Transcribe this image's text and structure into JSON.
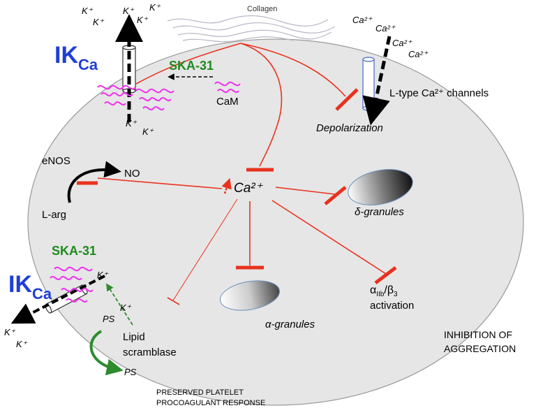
{
  "labels": {
    "collagen": "Collagen",
    "ikca_top_main": "IK",
    "ikca_top_sub": "Ca",
    "ska31_top": "SKA-31",
    "cam": "CaM",
    "depolarization": "Depolarization",
    "ltype": "L-type Ca²⁺ channels",
    "enos": "eNOS",
    "no": "NO",
    "larg": "L-arg",
    "ca_center": "Ca²⁺",
    "delta_granules": "δ-granules",
    "ska31_bottom": "SKA-31",
    "ikca_bottom_main": "IK",
    "ikca_bottom_sub": "Ca",
    "lipid": "Lipid",
    "scramblase": "scramblase",
    "ps1": "PS",
    "ps2": "PS",
    "kplus_mid": "K⁺",
    "alpha_granules": "α-granules",
    "integrin_alpha": "α",
    "integrin_alpha_sub": "IIb",
    "integrin_beta": "/β",
    "integrin_beta_sub": "3",
    "activation": "activation",
    "inhibition_line1": "INHIBITION OF",
    "inhibition_line2": "AGGREGATION",
    "preserved_line1": "PRESERVED PLATELET",
    "preserved_line2": "PROCOAGULANT RESPONSE",
    "k_top": [
      "K⁺",
      "K⁺",
      "K⁺",
      "K⁺",
      "K⁺"
    ],
    "k_top_inner": [
      "K⁺",
      "K⁺"
    ],
    "ca_top": [
      "Ca²⁺",
      "Ca²⁺",
      "Ca²⁺",
      "Ca²⁺"
    ],
    "k_bottom": [
      "K⁺",
      "K⁺"
    ],
    "k_bottom_inner": "K⁺"
  },
  "colors": {
    "inhibitor": "#e8321e",
    "ikca": "#1f3fd6",
    "ska31": "#1e8a1e",
    "cam": "#ee33ee",
    "cell_fill": "#e6e6e6",
    "cell_stroke": "#999999",
    "scramblase_arrow": "#2e8b2e"
  }
}
